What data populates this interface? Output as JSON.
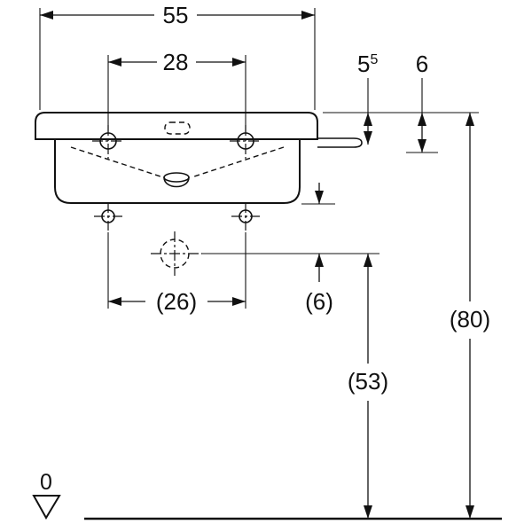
{
  "drawing_type": "washbasin-front-dimension-drawing",
  "dimensions": {
    "overall_width": "55",
    "tap_hole_spacing": "28",
    "rim_front_height": {
      "value": "5",
      "sup": "5"
    },
    "rim_rear_height": "6",
    "fixing_bolt_spacing": "(26)",
    "basin_bottom_to_trap": "(6)",
    "trap_height": "(53)",
    "rim_height": "(80)",
    "floor_datum": "0"
  },
  "colors": {
    "ink": "#111111",
    "background": "#ffffff"
  }
}
